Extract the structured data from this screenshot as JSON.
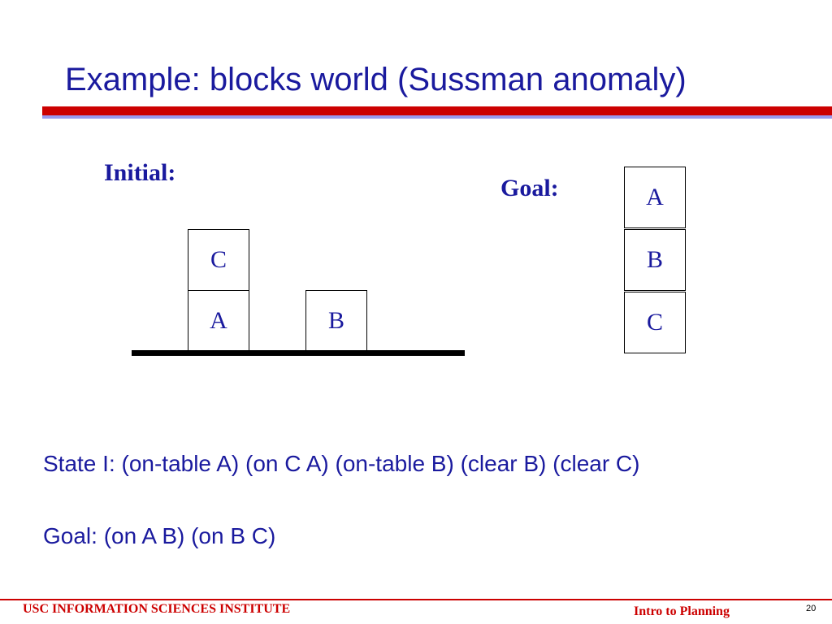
{
  "slide": {
    "title": "Example: blocks world (Sussman anomaly)",
    "initial_label": "Initial:",
    "goal_label": "Goal:",
    "initial_blocks": {
      "stack_bottom": "A",
      "stack_top": "C",
      "single": "B"
    },
    "goal_blocks": {
      "top": "A",
      "middle": "B",
      "bottom": "C"
    },
    "state_text": "State I: (on-table A) (on C A) (on-table B) (clear B) (clear C)",
    "goal_text": "Goal: (on A B) (on B C)"
  },
  "footer": {
    "institute": "USC INFORMATION SCIENCES INSTITUTE",
    "course": "Intro to Planning",
    "page_number": "20"
  },
  "colors": {
    "title": "#1a1a9e",
    "accent_red": "#cc0000",
    "accent_blue": "#9999ee"
  }
}
